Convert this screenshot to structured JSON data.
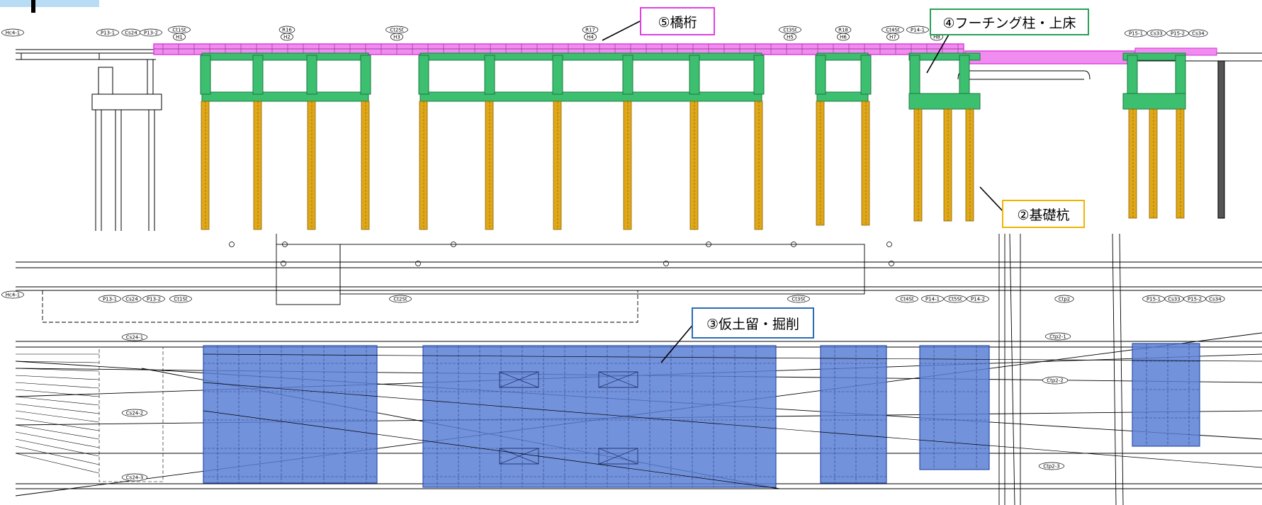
{
  "labels": {
    "girder": "⑤橋桁",
    "footing": "④フーチング柱・上床",
    "piles": "②基礎杭",
    "temporary": "③仮土留・掘削"
  },
  "colors": {
    "girder": "#e040e0",
    "girder_fill": "#f08cf0",
    "footing": "#3cbf6e",
    "piles": "#e0a818",
    "temporary": "#5b7fd6",
    "border_girder": "#e040e0",
    "border_footing": "#2a9e58",
    "border_piles": "#f0b400",
    "border_temporary": "#2a6bb5"
  },
  "elevation_tags": [
    {
      "text": "Hc4-1"
    },
    {
      "text": "P13-1"
    },
    {
      "text": "Cs24"
    },
    {
      "text": "P13-2"
    },
    {
      "text": "Ct1St"
    },
    {
      "text": "H1"
    },
    {
      "text": "R16"
    },
    {
      "text": "H2"
    },
    {
      "text": "Ct2St"
    },
    {
      "text": "H3"
    },
    {
      "text": "R17"
    },
    {
      "text": "H4"
    },
    {
      "text": "Ct3St"
    },
    {
      "text": "H5"
    },
    {
      "text": "R18"
    },
    {
      "text": "H6"
    },
    {
      "text": "Ct4St"
    },
    {
      "text": "H7"
    },
    {
      "text": "P14-1"
    },
    {
      "text": "H8"
    },
    {
      "text": "P15-1"
    },
    {
      "text": "Cs33"
    },
    {
      "text": "P15-2"
    },
    {
      "text": "Cs34"
    }
  ],
  "plan_tags": [
    {
      "text": "Hc4-1"
    },
    {
      "text": "P13-1"
    },
    {
      "text": "Cs24"
    },
    {
      "text": "P13-2"
    },
    {
      "text": "Ct1St"
    },
    {
      "text": "Ct2St"
    },
    {
      "text": "Ct3St"
    },
    {
      "text": "Ct4St"
    },
    {
      "text": "P14-1"
    },
    {
      "text": "Ct5St"
    },
    {
      "text": "P14-2"
    },
    {
      "text": "Ctp2"
    },
    {
      "text": "P15-1"
    },
    {
      "text": "Cs33"
    },
    {
      "text": "P15-2"
    },
    {
      "text": "Cs34"
    },
    {
      "text": "Cs24-1"
    },
    {
      "text": "Cs24-2"
    },
    {
      "text": "Cs24-3"
    },
    {
      "text": "Ctp2-1"
    },
    {
      "text": "Ctp2-2"
    },
    {
      "text": "Ctp2-3"
    }
  ]
}
